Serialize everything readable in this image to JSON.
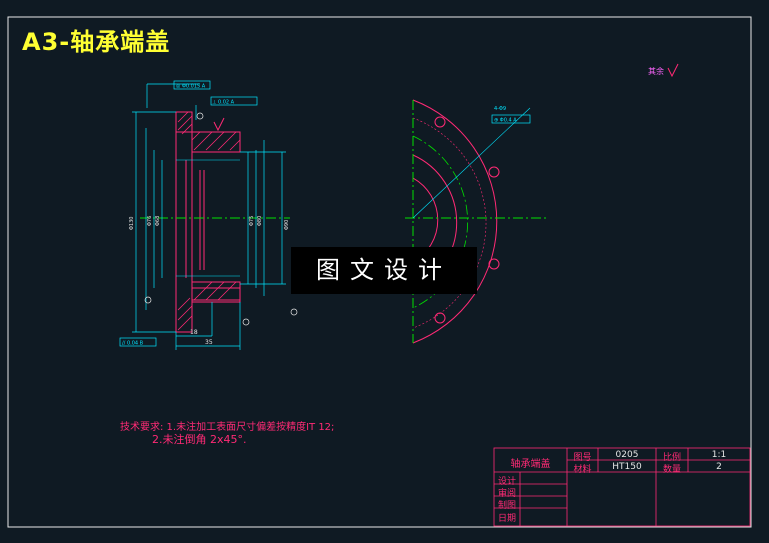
{
  "title": "A3-轴承端盖",
  "watermark": "图文设计",
  "roughness_note": "其余",
  "tech_requirements": {
    "line1": "技术要求: 1.未注加工表面尺寸偏差按精度IT 12;",
    "line2": "2.未注倒角 2x45°."
  },
  "title_block": {
    "part_name": "轴承端盖",
    "drawing_no_label": "图号",
    "drawing_no": "0205",
    "scale_label": "比例",
    "scale": "1:1",
    "material_label": "材料",
    "material": "HT150",
    "quantity_label": "数量",
    "quantity": "2",
    "design_label": "设计",
    "check_label": "审阅",
    "drawing_label": "制图",
    "date_label": "日期"
  },
  "dimensions": {
    "bottom_small": "18",
    "bottom_total": "35",
    "tol_top1": "◎ Φ0.015 A",
    "tol_top2": "⊥ 0.02 A",
    "tol_bottom": "// 0.04 B",
    "tol_circle": "⊕ Φ0.4 A",
    "dia_outer": "Φ130",
    "dia_left1": "Φ76",
    "dia_left2": "Φ68",
    "dia_right1": "Φ75",
    "dia_right2": "Φ80",
    "dia_right3": "Φ90",
    "holes": "4-Φ9"
  },
  "colors": {
    "background": "#0f1a23",
    "frame": "#e8e8e8",
    "section_line": "#ff2a75",
    "dimension_line": "#00e5ff",
    "center_line": "#00e000",
    "hatch": "#ff2a75"
  }
}
